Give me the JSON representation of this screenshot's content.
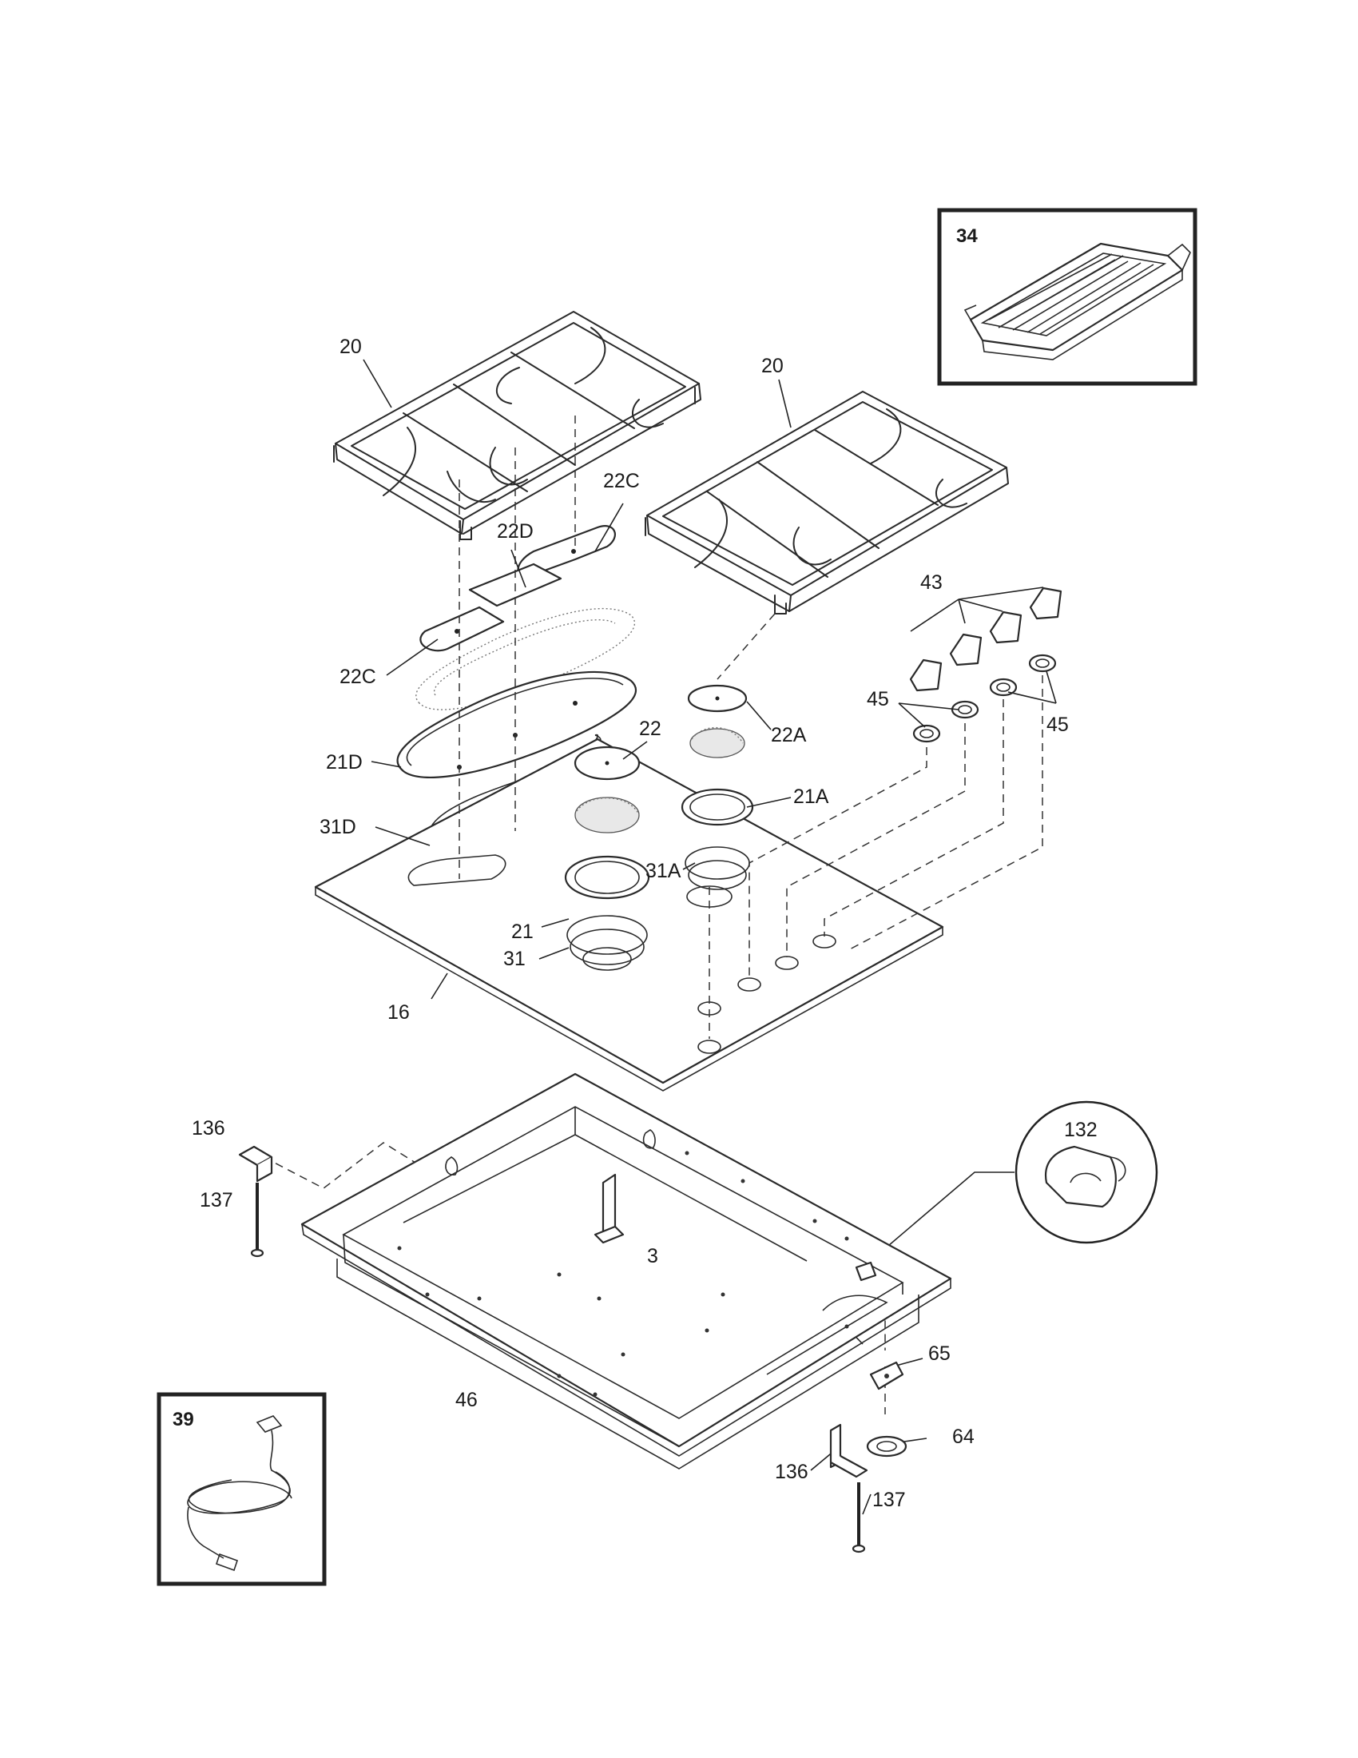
{
  "diagram": {
    "labels": {
      "grate_left": "20",
      "grate_right": "20",
      "cap_22c_top": "22C",
      "cap_22d": "22D",
      "cap_22c_left": "22C",
      "head_21d": "21D",
      "ring_31d": "31D",
      "cap_22": "22",
      "cap_22a": "22A",
      "head_21a": "21A",
      "ring_31a": "31A",
      "head_21": "21",
      "ring_31": "31",
      "top_16": "16",
      "knobs_43": "43",
      "bezel_45_left": "45",
      "bezel_45_right": "45",
      "bracket_136_top": "136",
      "screw_137_top": "137",
      "bracket_3": "3",
      "spark_132": "132",
      "pan_46": "46",
      "plate_65": "65",
      "gasket_64": "64",
      "bracket_136_bottom": "136",
      "screw_137_bottom": "137"
    },
    "inset_boxes": {
      "griddle": "34",
      "cord": "39"
    }
  }
}
